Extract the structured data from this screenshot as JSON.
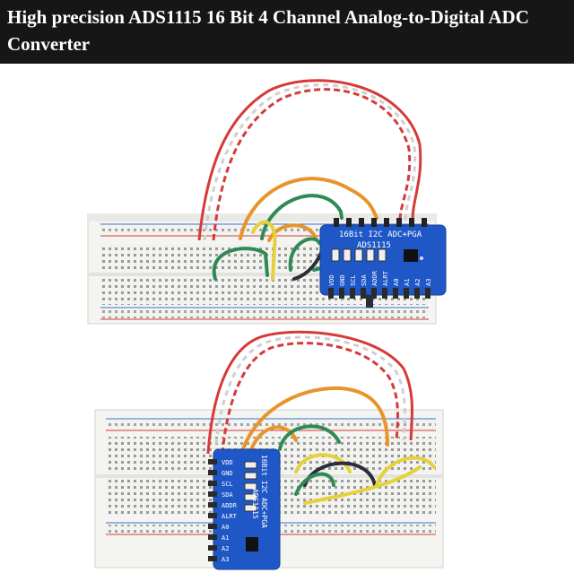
{
  "header": {
    "title": "High precision ADS1115 16 Bit 4 Channel Analog-to-Digital ADC Converter"
  },
  "board_top": {
    "header_text": "16Bit I2C ADC+PGA",
    "chip_label": "ADS1115",
    "pins": [
      "VDD",
      "GND",
      "SCL",
      "SDA",
      "ADDR",
      "ALRT",
      "A0",
      "A1",
      "A2",
      "A3"
    ]
  },
  "board_bottom": {
    "header_text": "16Bit I2C ADC+PGA",
    "chip_label": "ADS1115",
    "pins": [
      "VDD",
      "GND",
      "SCL",
      "SDA",
      "ADDR",
      "ALRT",
      "A0",
      "A1",
      "A2",
      "A3"
    ]
  },
  "colors": {
    "banner": "#161616",
    "board": "#1f58c6",
    "wire_red": "#d63a3a",
    "wire_orange": "#e8942a",
    "wire_green": "#2f8a55",
    "wire_yellow": "#e5d23a",
    "wire_dark": "#2a2d3a"
  }
}
